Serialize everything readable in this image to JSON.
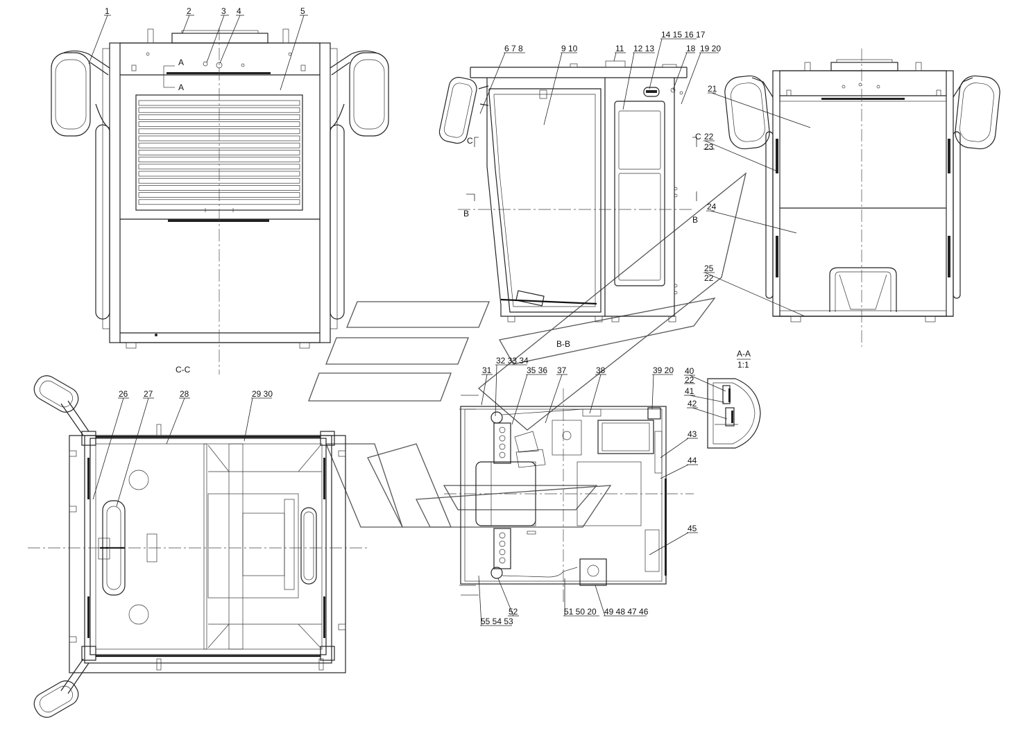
{
  "views": {
    "front": {
      "sections": {
        "a_top": "A",
        "a_bottom": "A",
        "cc": "C-C"
      },
      "callouts": [
        "1",
        "2",
        "3",
        "4",
        "5"
      ]
    },
    "side": {
      "sections": {
        "c_left": "C",
        "c_right": "C",
        "b_left": "B",
        "b_right": "B"
      },
      "callouts": [
        "6 7 8",
        "9 10",
        "11",
        "12 13",
        "14 15 16 17",
        "18",
        "19 20"
      ]
    },
    "rear": {
      "callouts": [
        "21",
        "22",
        "23",
        "24",
        "25",
        "22"
      ]
    },
    "plan_bottom": {
      "callouts": [
        "26",
        "27",
        "28",
        "29 30"
      ]
    },
    "plan_bb": {
      "section": "B-B",
      "callouts_top": [
        "31",
        "32 33 34",
        "35 36",
        "37",
        "38",
        "39 20"
      ],
      "callouts_bottom": [
        "55 54 53",
        "52",
        "51 50 20",
        "49 48 47 46"
      ],
      "callouts_right": [
        "43",
        "44",
        "45"
      ]
    },
    "detail_aa": {
      "section": "A-A",
      "scale": "1:1",
      "callouts": [
        "40",
        "22",
        "41",
        "42"
      ]
    }
  }
}
